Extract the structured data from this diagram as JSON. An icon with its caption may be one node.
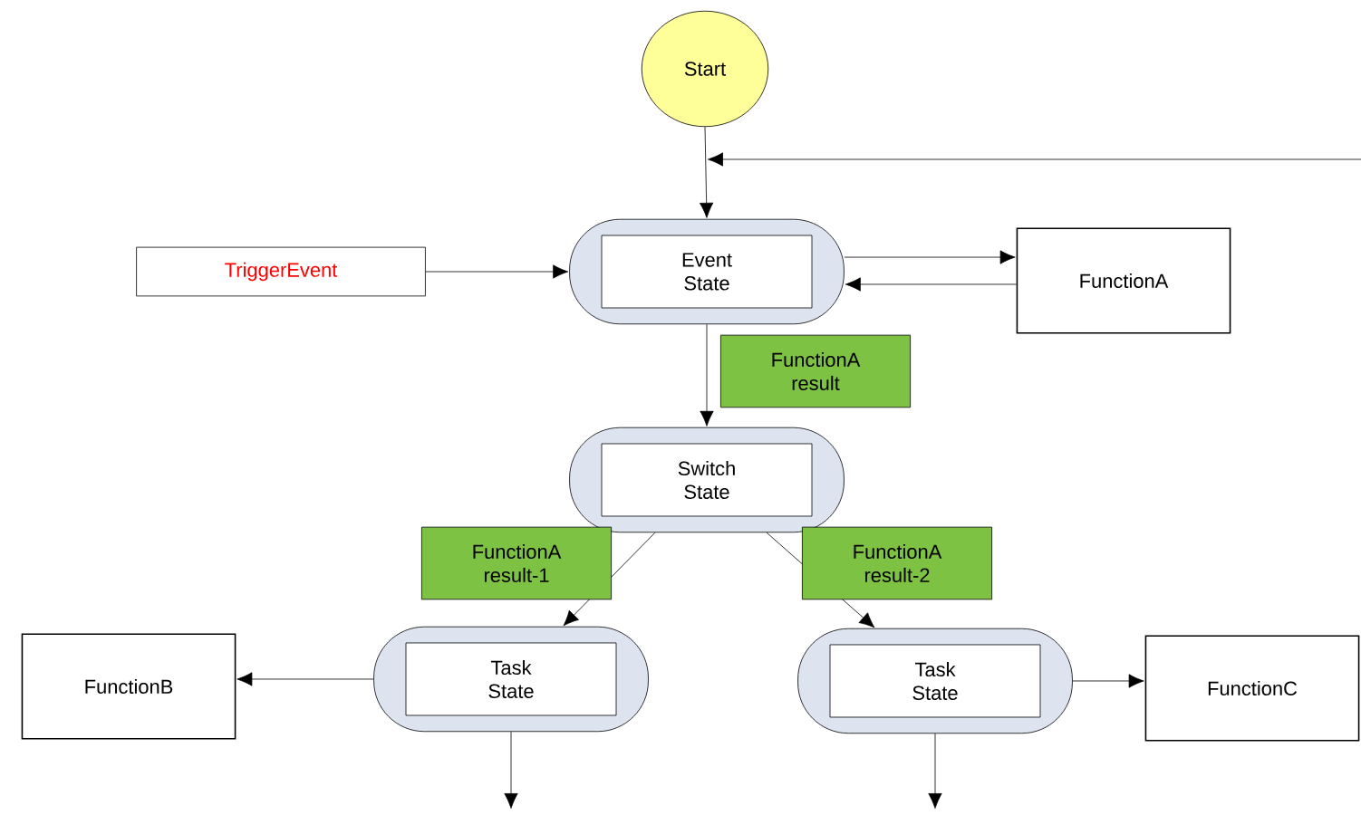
{
  "diagram": {
    "nodes": [
      {
        "text": [
          "Start"
        ]
      },
      {
        "text": [
          "TriggerEvent"
        ]
      },
      {
        "text": [
          "Event State"
        ]
      },
      {
        "text": [
          "FunctionA"
        ]
      },
      {
        "text": [
          "Switch State"
        ]
      },
      {
        "text": [
          "Task State"
        ]
      },
      {
        "text": [
          "Task State"
        ]
      },
      {
        "text": [
          "FunctionB"
        ]
      },
      {
        "text": [
          "FunctionC"
        ]
      }
    ],
    "edges": [
      {
        "from": 0,
        "to": 2,
        "arrow": "to"
      },
      {
        "from": null,
        "to": 2,
        "arrow": "to"
      },
      {
        "from": 1,
        "to": 2,
        "arrow": "to"
      },
      {
        "from": 2,
        "to": 3,
        "arrow": "to"
      },
      {
        "from": 3,
        "to": 2,
        "arrow": "to"
      },
      {
        "from": 2,
        "to": 4,
        "arrow": "to",
        "label": "FunctionA result"
      },
      {
        "from": 4,
        "to": 5,
        "arrow": "to",
        "label": "FunctionA result-1"
      },
      {
        "from": 4,
        "to": 6,
        "arrow": "to",
        "label": "FunctionA result-2"
      },
      {
        "from": 5,
        "to": 7,
        "arrow": "to"
      },
      {
        "from": 6,
        "to": 8,
        "arrow": "to"
      },
      {
        "from": 5,
        "to": null,
        "arrow": "to"
      },
      {
        "from": 6,
        "to": null,
        "arrow": "to"
      }
    ]
  }
}
